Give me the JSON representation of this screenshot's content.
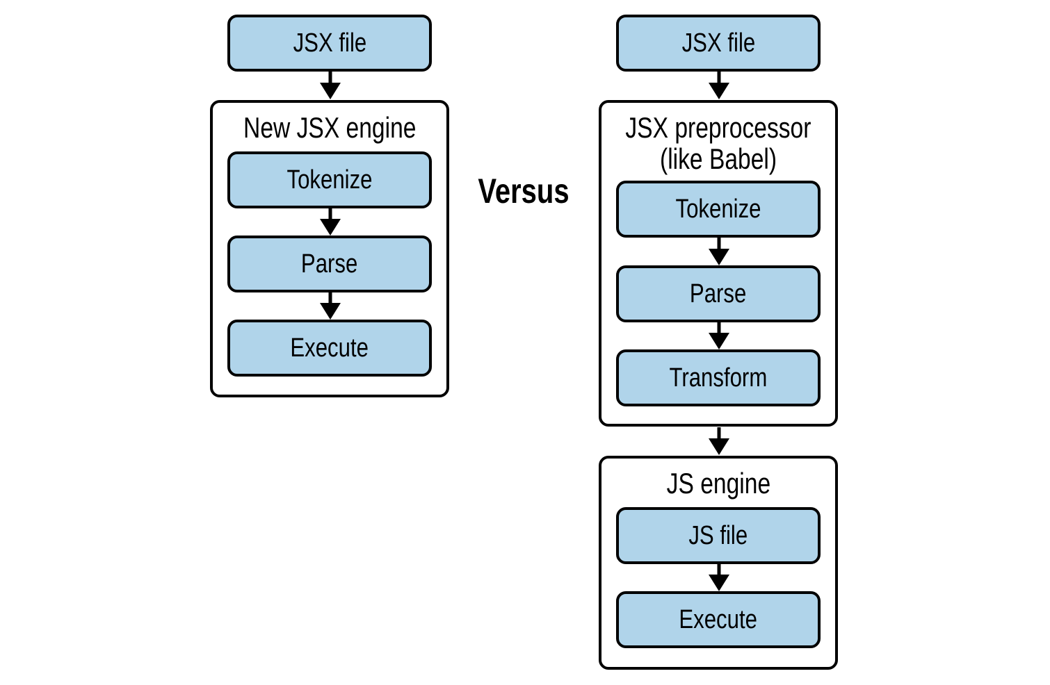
{
  "colors": {
    "box_fill": "#b0d4ea",
    "stroke": "#000000"
  },
  "left": {
    "input": "JSX file",
    "engine_title": "New JSX engine",
    "steps": [
      "Tokenize",
      "Parse",
      "Execute"
    ]
  },
  "versus": "Versus",
  "right": {
    "input": "JSX file",
    "preprocessor_title_line1": "JSX preprocessor",
    "preprocessor_title_line2": "(like Babel)",
    "preprocessor_steps": [
      "Tokenize",
      "Parse",
      "Transform"
    ],
    "engine_title": "JS engine",
    "engine_steps": [
      "JS file",
      "Execute"
    ]
  }
}
